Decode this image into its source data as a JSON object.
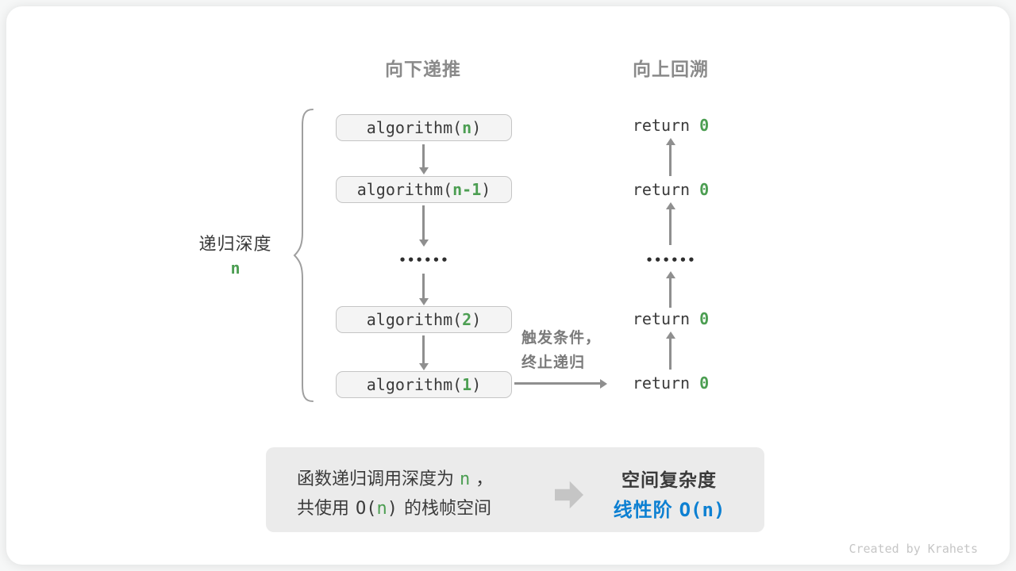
{
  "palette": {
    "green": "#4c9e52",
    "blue": "#0d80d2",
    "header_gray": "#8a8a8a",
    "arrow_gray": "#8f8f8f",
    "dark_text": "#3a3a3a",
    "box_bg": "#f4f4f4",
    "box_border": "#c5c5c5",
    "summary_bg": "#ebebeb"
  },
  "headers": {
    "downward": "向下递推",
    "upward": "向上回溯"
  },
  "depth_label": {
    "text": "递归深度",
    "value": "n"
  },
  "stack": {
    "boxes": [
      {
        "pre": "algorithm(",
        "arg": "n",
        "post": ")"
      },
      {
        "pre": "algorithm(",
        "arg": "n-1",
        "post": ")"
      },
      {
        "pre": "algorithm(",
        "arg": "2",
        "post": ")"
      },
      {
        "pre": "algorithm(",
        "arg": "1",
        "post": ")"
      }
    ],
    "ellipsis": "••••••"
  },
  "returns": {
    "items": [
      {
        "pre": "return ",
        "val": "0"
      },
      {
        "pre": "return ",
        "val": "0"
      },
      {
        "pre": "return ",
        "val": "0"
      },
      {
        "pre": "return ",
        "val": "0"
      }
    ],
    "ellipsis": "••••••"
  },
  "annotation": {
    "line1": "触发条件，",
    "line2": "终止递归"
  },
  "summary": {
    "left_line1": {
      "a": "函数递归调用深度为",
      "b": "n",
      "c": "，"
    },
    "left_line2": {
      "a": "共使用",
      "code_pre": "O(",
      "arg": "n",
      "code_post": ")",
      "b": "的栈帧空间"
    },
    "right_title": "空间复杂度",
    "right_result": {
      "text": "线性阶",
      "code": "O(n)"
    }
  },
  "watermark": "Created by Krahets"
}
